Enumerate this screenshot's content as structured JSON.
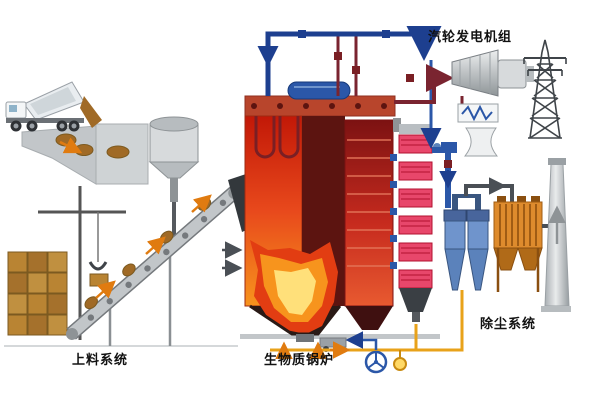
{
  "labels": {
    "turbine_unit": "汽轮发电机组",
    "feeding_system": "上料系统",
    "biomass_boiler": "生物质锅炉",
    "dust_removal": "除尘系统"
  },
  "colors": {
    "furnace_red": "#c21807",
    "flame_red": "#e23d12",
    "flame_orange": "#f7941d",
    "flame_yellow": "#ffe07a",
    "tube_pink": "#e8476b",
    "steam_blue": "#1d3f8f",
    "duct_blue": "#2b57a8",
    "pipe_maroon": "#7a2430",
    "air_yellow": "#e8a21a",
    "arrow_orange": "#e07b10",
    "cyclone_blue": "#6f94cc",
    "bagfilter_orange": "#de8b2d",
    "bale_brown": "#b98433",
    "structure_gray": "#c2c6c9"
  }
}
